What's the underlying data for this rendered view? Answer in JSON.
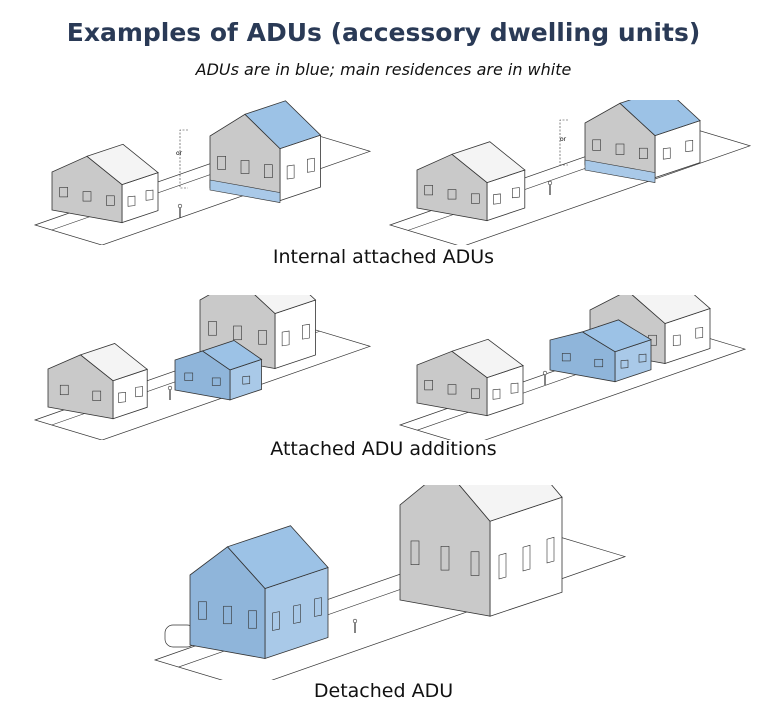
{
  "title": "Examples of ADUs (accessory dwelling units)",
  "subtitle": "ADUs are in blue; main residences are in white",
  "sections": [
    {
      "caption": "Internal attached ADUs",
      "height_marker_label": "or"
    },
    {
      "caption": "Attached ADU additions"
    },
    {
      "caption": "Detached ADU"
    }
  ],
  "colors": {
    "adu": "#a9c9e8",
    "adu_roof": "#9cc2e6",
    "house": "#ffffff",
    "house_shade": "#c9c9c9",
    "line": "#333333",
    "title": "#2a3a56"
  }
}
